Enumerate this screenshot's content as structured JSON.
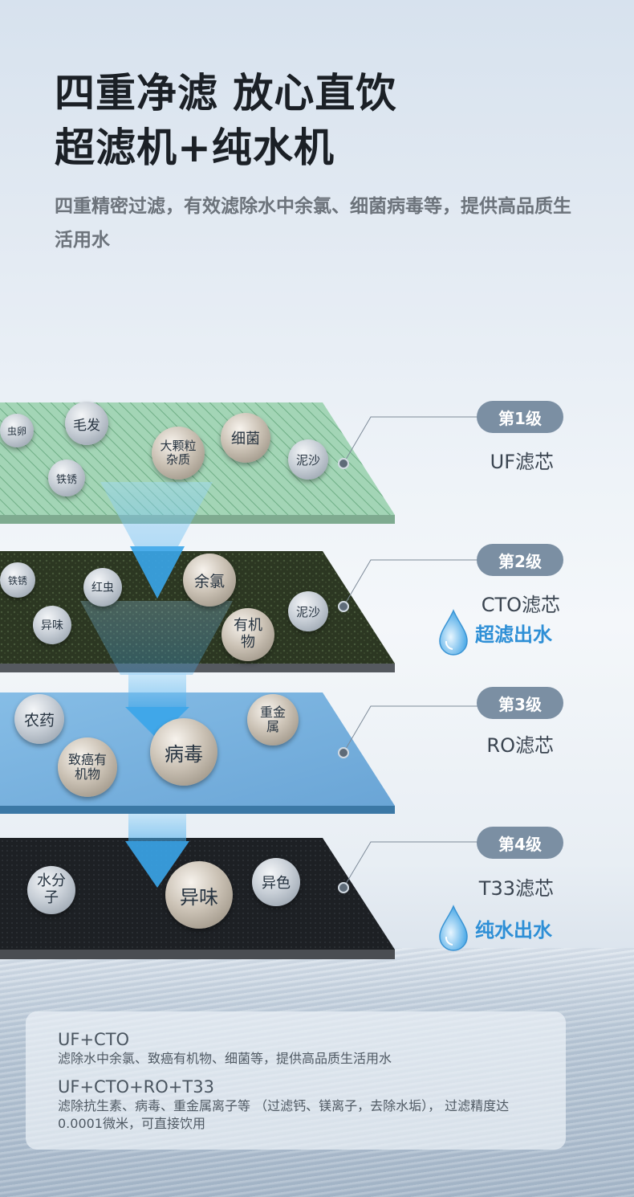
{
  "header": {
    "title_line1": "四重净滤 放心直饮",
    "title_line2": "超滤机+纯水机",
    "subtitle": "四重精密过滤，有效滤除水中余氯、细菌病毒等，提供高品质生活用水"
  },
  "stages": [
    {
      "badge": "第1级",
      "name": "UF滤芯"
    },
    {
      "badge": "第2级",
      "name": "CTO滤芯",
      "output": "超滤出水"
    },
    {
      "badge": "第3级",
      "name": "RO滤芯"
    },
    {
      "badge": "第4级",
      "name": "T33滤芯",
      "output": "纯水出水"
    }
  ],
  "particles": {
    "layer1": [
      "虫卵",
      "毛发",
      "铁锈",
      "大颗粒杂质",
      "细菌",
      "泥沙"
    ],
    "layer2": [
      "铁锈",
      "红虫",
      "余氯",
      "异味",
      "有机物",
      "泥沙"
    ],
    "layer3": [
      "农药",
      "致癌有机物",
      "病毒",
      "重金属"
    ],
    "layer4": [
      "水分子",
      "异味",
      "异色"
    ]
  },
  "info": {
    "combo1_title": "UF+CTO",
    "combo1_desc": "滤除水中余氯、致癌有机物、细菌等，提供高品质生活用水",
    "combo2_title": "UF+CTO+RO+T33",
    "combo2_desc": "滤除抗生素、病毒、重金属离子等 （过滤钙、镁离子，去除水垢）， 过滤精度达0.0001微米，可直接饮用"
  },
  "colors": {
    "uf_layer": "#9fd1b2",
    "cto_layer": "#2f3a25",
    "ro_layer": "#7fb5de",
    "t33_layer": "#1f2226",
    "badge": "#7b8fa3",
    "output_text": "#2e8fd6",
    "flow_arrow": "#3aa6ea"
  },
  "icons": {
    "droplet": "water-drop-icon"
  }
}
